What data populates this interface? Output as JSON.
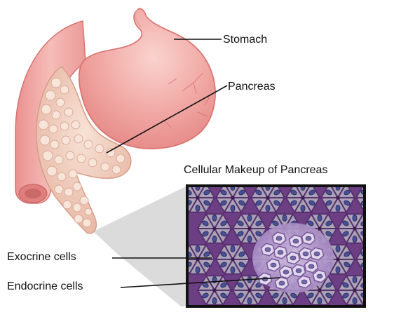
{
  "labels": {
    "stomach": "Stomach",
    "pancreas": "Pancreas",
    "inset_title": "Cellular Makeup of Pancreas",
    "exocrine": "Exocrine cells",
    "endocrine": "Endocrine cells"
  },
  "colors": {
    "stomach_fill": "#ef9f9c",
    "stomach_highlight": "#f8c9c5",
    "stomach_outline": "#d9716f",
    "pancreas_fill": "#efc6b4",
    "pancreas_lobule": "#f5dccd",
    "pancreas_outline": "#d79d88",
    "inset_border": "#111111",
    "inset_bg": "#6c3f84",
    "exocrine_cell": "#a9a3b5",
    "exocrine_nucleus": "#4a4e93",
    "endocrine_cell": "#e2d9ee",
    "endocrine_nucleus": "#7468a8",
    "connector_gray": "#b5b5b5"
  }
}
